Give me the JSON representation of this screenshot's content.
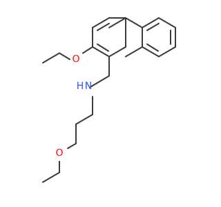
{
  "colors": {
    "background": "#ffffff",
    "bond": "#3a3a3a",
    "oxygen": "#ff0d0d",
    "nitrogen": "#3050f8"
  },
  "atoms": {
    "oxygen_top": "O",
    "nitrogen": "N",
    "hydrogen_on_nitrogen": "H",
    "oxygen_bottom": "O"
  }
}
